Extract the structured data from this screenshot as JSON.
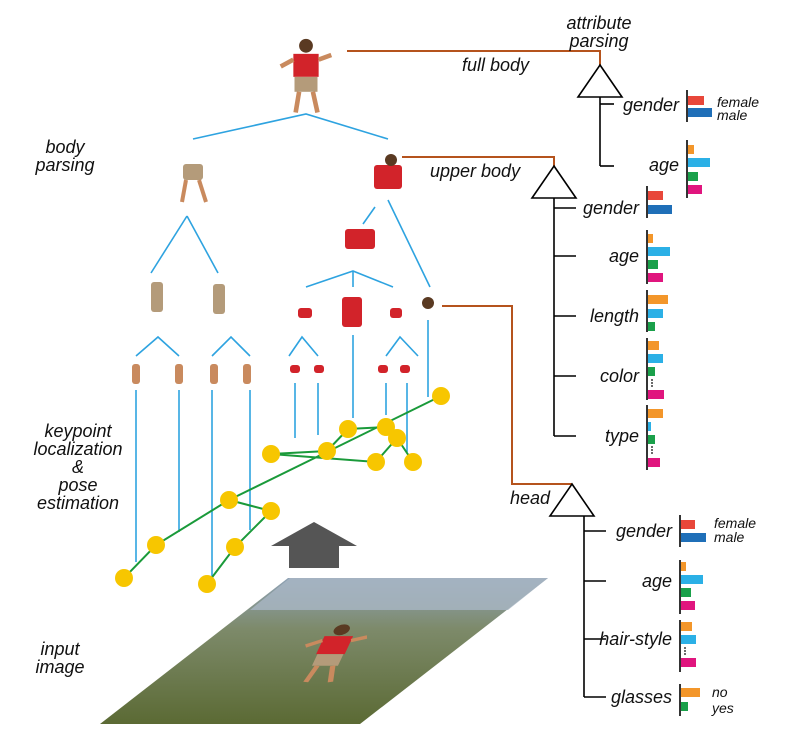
{
  "labels": {
    "attribute_parsing": [
      "attribute",
      "parsing"
    ],
    "body_parsing": [
      "body",
      "parsing"
    ],
    "keypoint": [
      "keypoint",
      "localization",
      "&",
      "pose",
      "estimation"
    ],
    "input_image": [
      "input",
      "image"
    ],
    "full_body": "full body",
    "upper_body": "upper body",
    "head": "head"
  },
  "attributes": {
    "full_body": [
      {
        "name": "gender",
        "values": [
          "female",
          "male"
        ]
      },
      {
        "name": "age",
        "values": []
      }
    ],
    "upper_body": [
      {
        "name": "gender",
        "values": []
      },
      {
        "name": "age",
        "values": []
      },
      {
        "name": "length",
        "values": []
      },
      {
        "name": "color",
        "values": []
      },
      {
        "name": "type",
        "values": []
      }
    ],
    "head": [
      {
        "name": "gender",
        "values": [
          "female",
          "male"
        ]
      },
      {
        "name": "age",
        "values": []
      },
      {
        "name": "hair-style",
        "values": []
      },
      {
        "name": "glasses",
        "values": [
          "no",
          "yes"
        ]
      }
    ]
  },
  "colors": {
    "tree_blue": "#2ea3e0",
    "keypoint_green": "#1a9a3a",
    "keypoint_yellow": "#f7c600",
    "link_brown": "#b5531d",
    "bar_red": "#e8473a",
    "bar_blue": "#1f6fb8",
    "bar_orange": "#f3962a",
    "bar_cyan": "#2bb0e6",
    "bar_green": "#1aa04a",
    "bar_magenta": "#e0157e",
    "arrow_gray": "#555555",
    "person_shirt": "#d2232a",
    "person_shorts": "#b49b7a",
    "person_skin": "#c98a5e"
  }
}
